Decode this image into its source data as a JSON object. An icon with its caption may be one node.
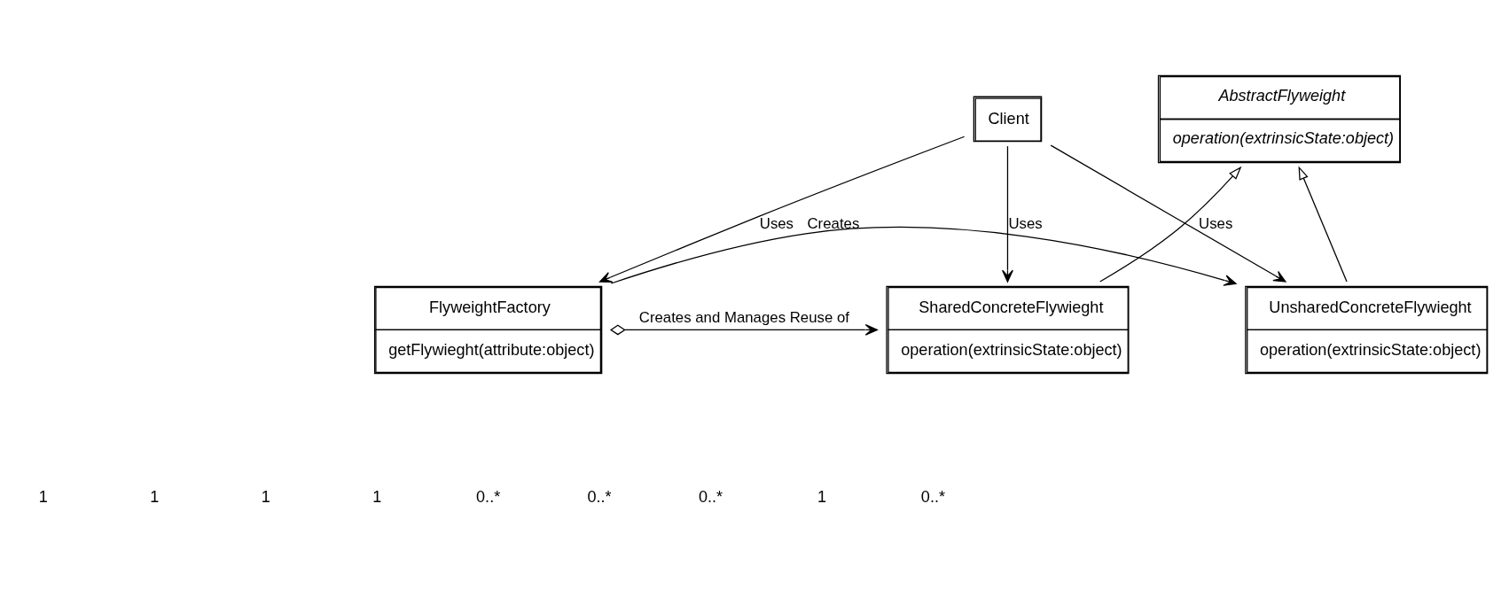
{
  "diagram": {
    "nodes": [
      {
        "text": [
          "Client"
        ]
      },
      {
        "text": [
          "AbstractFlyweight",
          "operation(extrinsicState:object)"
        ]
      },
      {
        "text": [
          "FlyweightFactory",
          "getFlywieght(attribute:object)"
        ]
      },
      {
        "text": [
          "SharedConcreteFlywieght",
          "operation(extrinsicState:object)"
        ]
      },
      {
        "text": [
          "UnsharedConcreteFlywieght",
          "operation(extrinsicState:object)"
        ]
      }
    ],
    "edges": [
      {
        "from": 0,
        "to": 2,
        "arrow": "to",
        "label": "Uses"
      },
      {
        "from": 0,
        "to": 3,
        "arrow": "to",
        "label": "Uses"
      },
      {
        "from": 0,
        "to": 4,
        "arrow": "to",
        "label": "Uses"
      },
      {
        "from": 2,
        "to": 3,
        "arrow": "to",
        "label": "Creates and Manages Reuse of"
      },
      {
        "from": 2,
        "to": 4,
        "arrow": "to",
        "label": "Creates"
      },
      {
        "from": 3,
        "to": 1,
        "arrow": "to"
      },
      {
        "from": 4,
        "to": 1,
        "arrow": "to"
      }
    ],
    "labels": [
      "1",
      "1",
      "1",
      "1",
      "0..*",
      "0..*",
      "0..*",
      "1",
      "0..*"
    ]
  }
}
